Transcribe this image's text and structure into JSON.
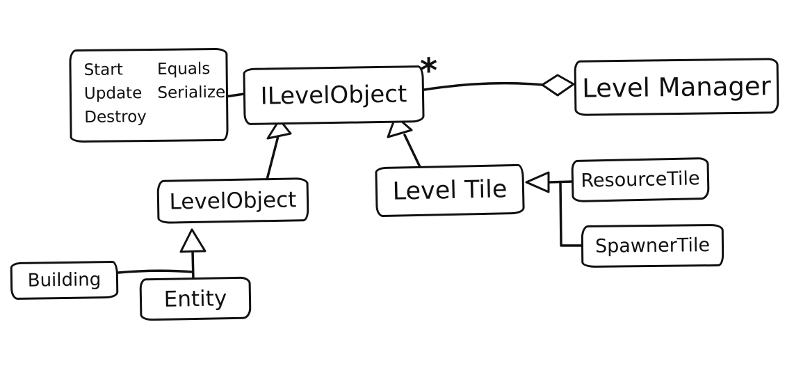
{
  "diagram": {
    "interface_methods": {
      "items": [
        "Start",
        "Equals",
        "Update",
        "Serialize",
        "Destroy"
      ]
    },
    "nodes": {
      "ilevel_object": "ILevelObject",
      "level_manager": "Level Manager",
      "level_object": "LevelObject",
      "level_tile": "Level Tile",
      "resource_tile": "ResourceTile",
      "spawner_tile": "SpawnerTile",
      "building": "Building",
      "entity": "Entity"
    },
    "multiplicity": "*"
  }
}
